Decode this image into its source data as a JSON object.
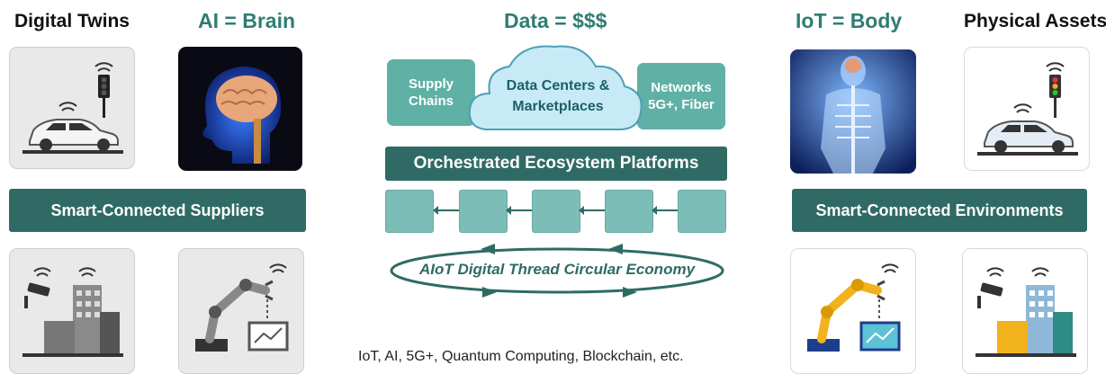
{
  "headers": {
    "digital_twins": "Digital Twins",
    "ai_brain": "AI = Brain",
    "data": "Data = $$$",
    "iot_body": "IoT = Body",
    "physical_assets": "Physical Assets"
  },
  "cloud": {
    "left_box": "Supply Chains",
    "center": "Data Centers & Marketplaces",
    "right_box": "Networks 5G+, Fiber"
  },
  "platform_bar": "Orchestrated Ecosystem Platforms",
  "left_bar": "Smart-Connected Suppliers",
  "right_bar": "Smart-Connected Environments",
  "cycle_label": "AIoT Digital Thread Circular Economy",
  "footer": "IoT, AI, 5G+, Quantum Computing, Blockchain, etc.",
  "colors": {
    "teal_dark": "#2f6b64",
    "teal_light": "#5fb0a5",
    "teal_text": "#2f7d73",
    "cloud": "#c7eaf6"
  }
}
